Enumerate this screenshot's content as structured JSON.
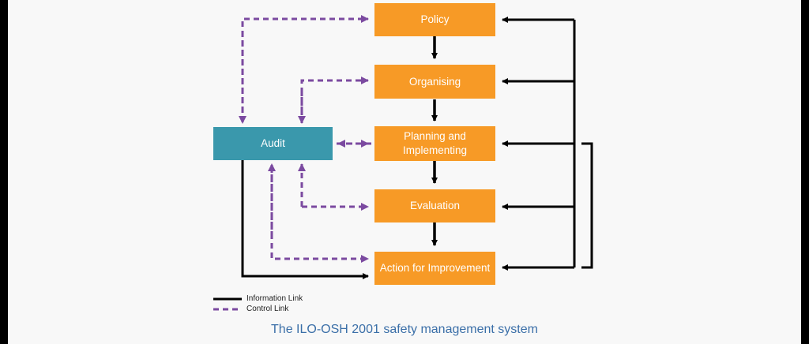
{
  "boxes": {
    "policy": "Policy",
    "organising": "Organising",
    "planning": "Planning and Implementing",
    "evaluation": "Evaluation",
    "action": "Action for Improvement",
    "audit": "Audit"
  },
  "legend": {
    "information": "Information Link",
    "control": "Control Link"
  },
  "caption": "The ILO-OSH 2001 safety management system",
  "colors": {
    "orange": "#f79a26",
    "teal": "#3a98ac",
    "purple": "#7b4aa0",
    "black": "#000000",
    "caption_blue": "#3b6fa8"
  }
}
